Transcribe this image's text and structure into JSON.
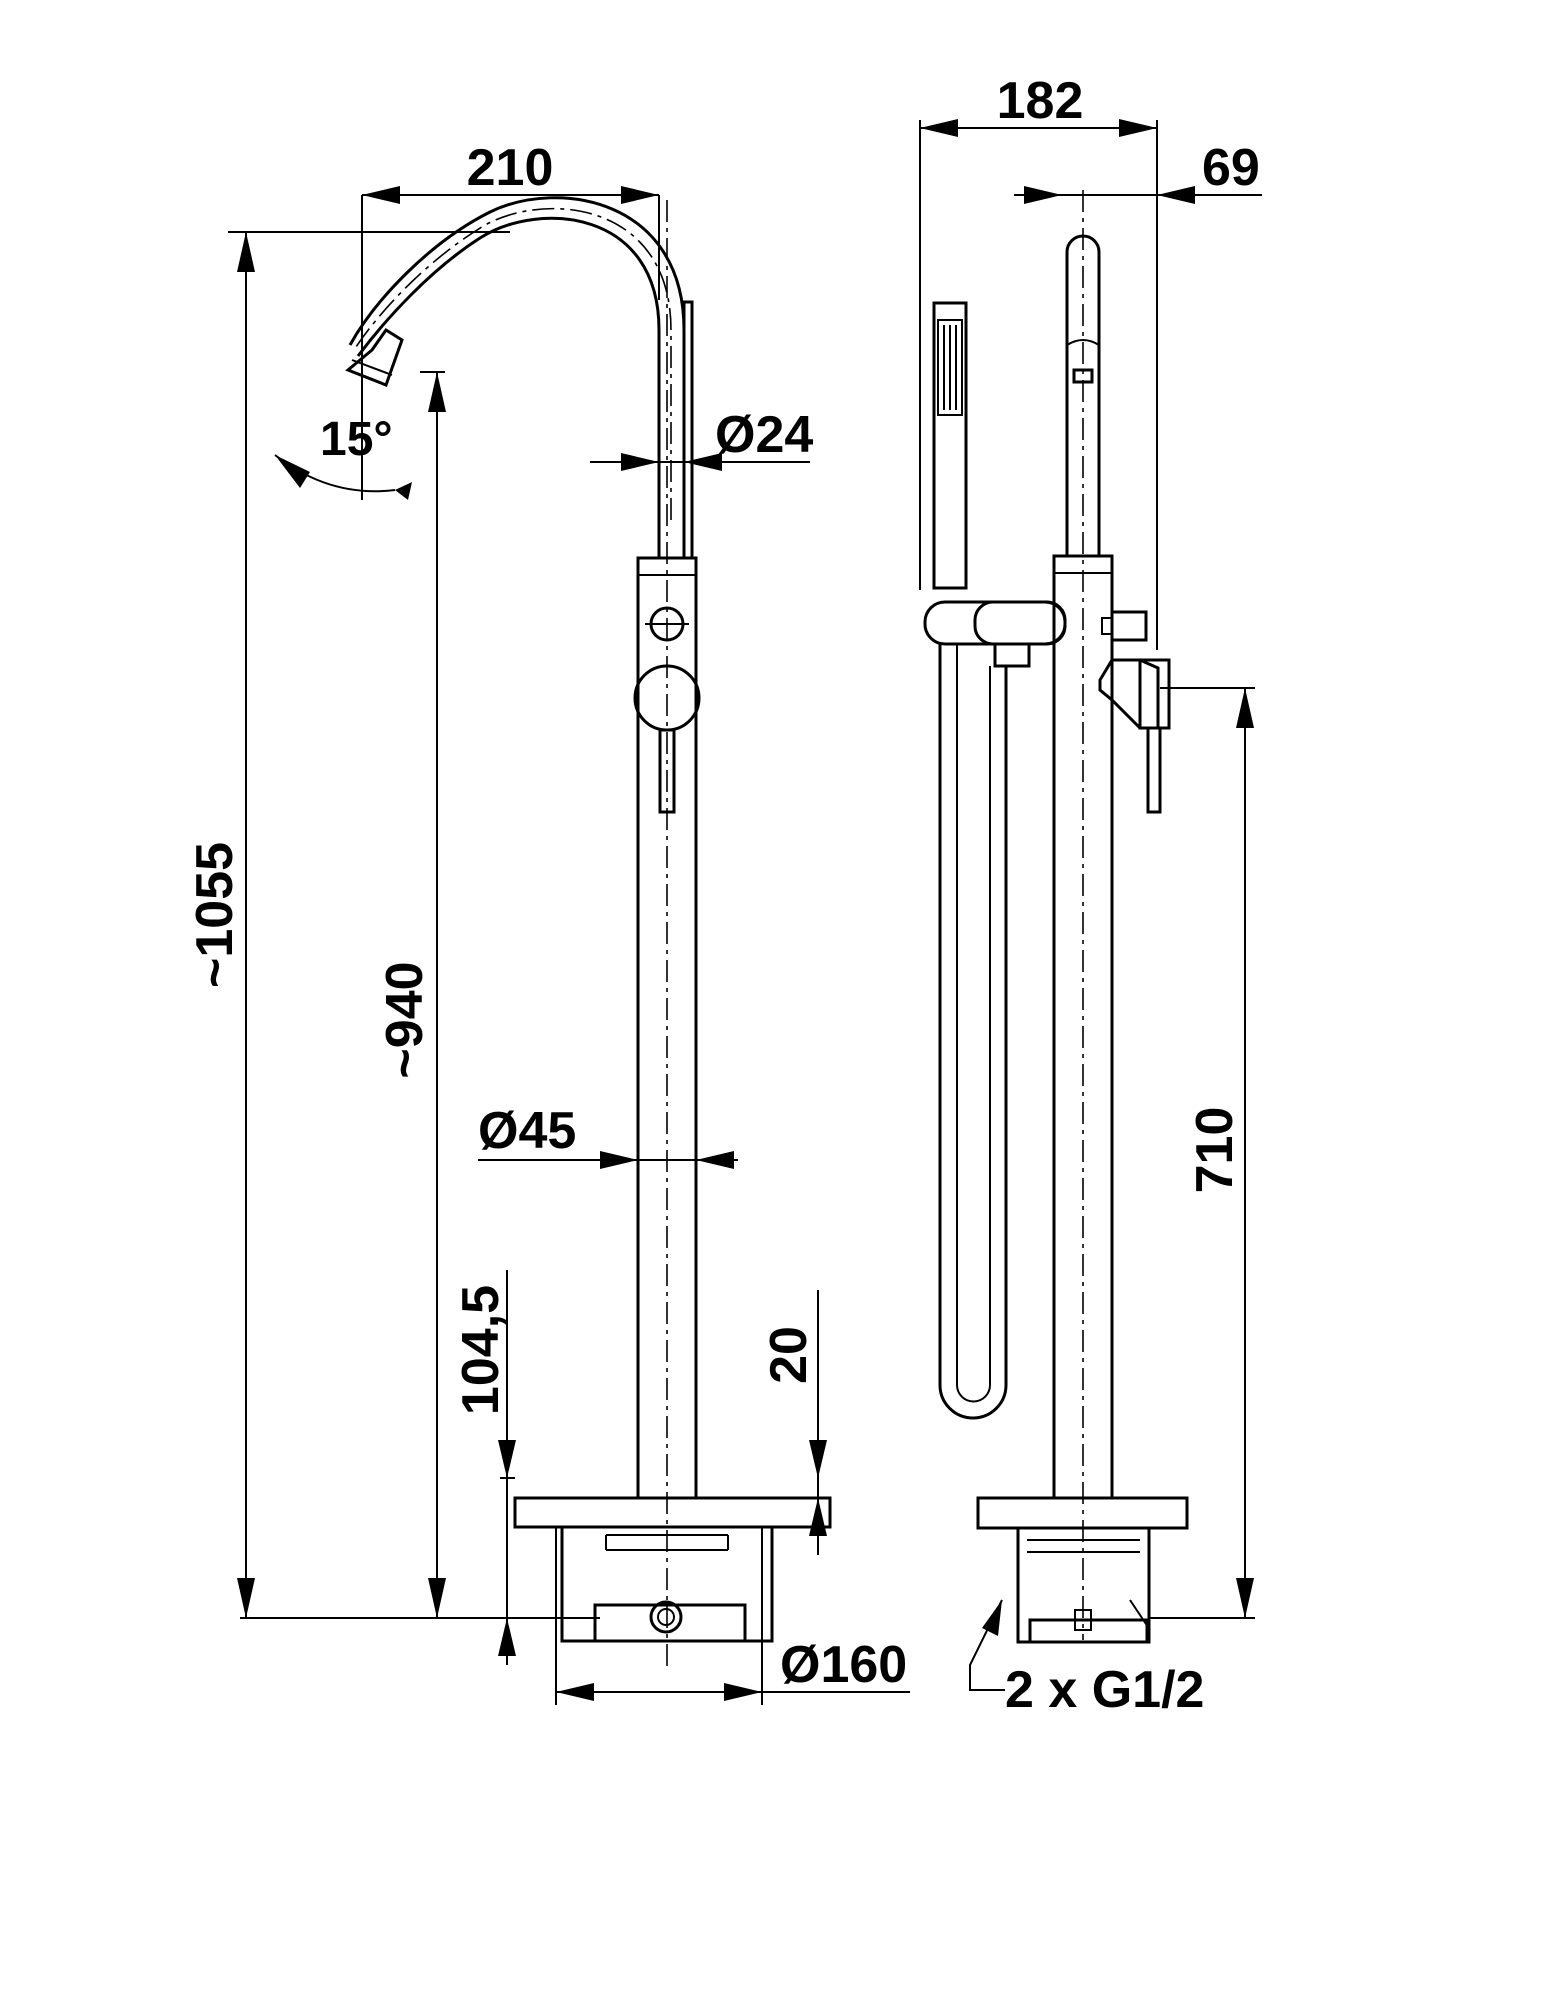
{
  "diagram": {
    "front_view": {
      "spout_reach": "210",
      "spout_angle": "15°",
      "spout_diameter": "Ø24",
      "total_height": "~1055",
      "spout_height": "~940",
      "body_diameter": "Ø45",
      "base_depth": "104,5",
      "base_plate_thickness": "20",
      "base_diameter": "Ø160"
    },
    "side_view": {
      "total_depth": "182",
      "lever_offset": "69",
      "mixer_height": "710",
      "connection": "2 x G1/2"
    }
  }
}
